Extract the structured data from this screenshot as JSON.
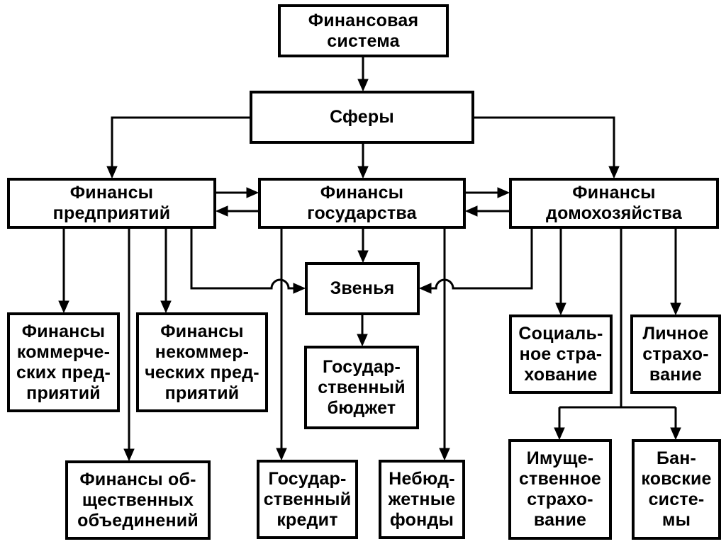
{
  "nodes": {
    "root": [
      "Финансовая",
      "система"
    ],
    "spheres": [
      "Сферы"
    ],
    "enterprises": [
      "Финансы",
      "предприятий"
    ],
    "state": [
      "Финансы",
      "государства"
    ],
    "household": [
      "Финансы",
      "домохозяйства"
    ],
    "links": [
      "Звенья"
    ],
    "commercial": [
      "Финансы",
      "коммерче-",
      "ских пред-",
      "приятий"
    ],
    "noncommercial": [
      "Финансы",
      "некоммер-",
      "ческих пред-",
      "приятий"
    ],
    "public_assoc": [
      "Финансы об-",
      "щественных",
      "объединений"
    ],
    "state_budget": [
      "Государ-",
      "ственный",
      "бюджет"
    ],
    "state_credit": [
      "Государ-",
      "ственный",
      "кредит"
    ],
    "offbudget": [
      "Небюд-",
      "жетные",
      "фонды"
    ],
    "social_ins": [
      "Социаль-",
      "ное стра-",
      "хование"
    ],
    "personal_ins": [
      "Личное",
      "страхо-",
      "вание"
    ],
    "property_ins": [
      "Имуще-",
      "ственное",
      "страхо-",
      "вание"
    ],
    "bank_sys": [
      "Бан-",
      "ковские",
      "систе-",
      "мы"
    ]
  }
}
